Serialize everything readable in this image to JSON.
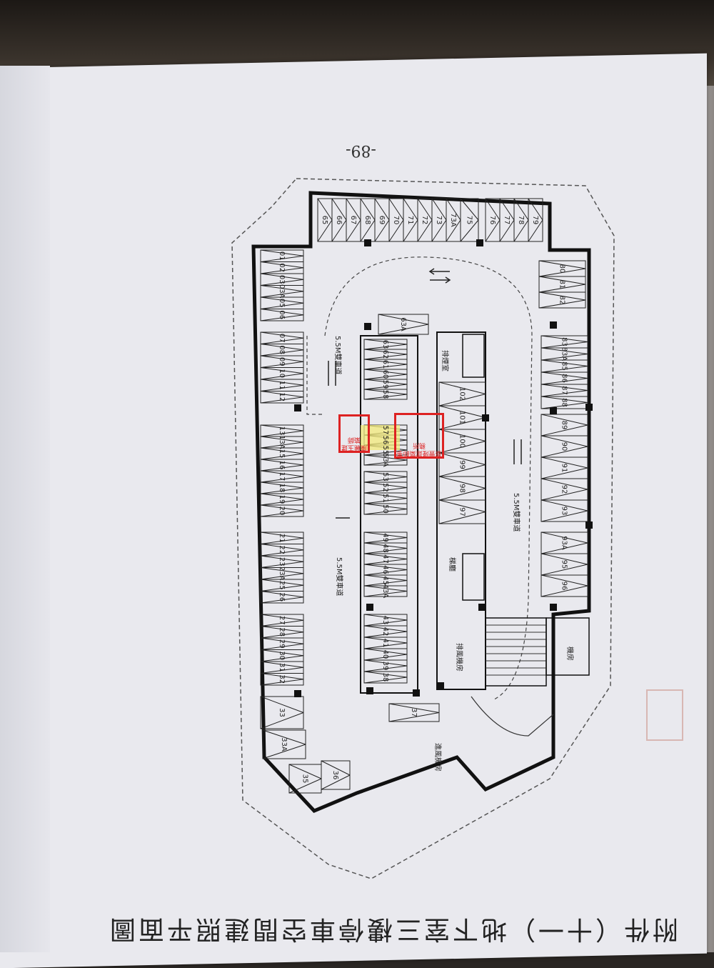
{
  "page": {
    "page_number": "-89-",
    "caption": "附件（十一）地下室三樓停車空間建照平面圖"
  },
  "plan": {
    "north_spaces": [
      "65",
      "66",
      "67",
      "68",
      "69",
      "70",
      "71",
      "72",
      "73",
      "73A",
      "75",
      "76",
      "77",
      "78",
      "79"
    ],
    "west_col_1": [
      "01",
      "02",
      "03",
      "03A",
      "05",
      "06"
    ],
    "west_col_2": [
      "07",
      "08",
      "09",
      "10",
      "11",
      "12"
    ],
    "west_col_3": [
      "13",
      "13A",
      "15",
      "16",
      "17",
      "18",
      "19",
      "20"
    ],
    "west_col_4": [
      "21",
      "22",
      "23",
      "23A",
      "25",
      "26"
    ],
    "west_col_5": [
      "27",
      "28",
      "29",
      "30",
      "31",
      "32"
    ],
    "sw_spaces": [
      "33",
      "33A",
      "35",
      "36"
    ],
    "center_left_1": [
      "63",
      "62",
      "61",
      "60",
      "59",
      "58"
    ],
    "center_left_2": [
      "57",
      "56",
      "55",
      "53A"
    ],
    "center_left_3": [
      "53",
      "52",
      "51",
      "50"
    ],
    "center_left_4": [
      "49",
      "48",
      "47",
      "46",
      "45",
      "43A"
    ],
    "center_left_5": [
      "43",
      "42",
      "41",
      "40",
      "39",
      "38"
    ],
    "center_misc": [
      "63A",
      "37"
    ],
    "center_right": [
      "102",
      "101",
      "100",
      "99",
      "98",
      "97"
    ],
    "east_top": [
      "80",
      "81",
      "82"
    ],
    "east_col_1": [
      "83",
      "83A",
      "85",
      "86",
      "87",
      "88"
    ],
    "east_col_2": [
      "89",
      "90",
      "91",
      "92",
      "93"
    ],
    "east_col_3": [
      "93A",
      "95",
      "96"
    ],
    "aisle_note": "5.5M雙車道",
    "room_labels": [
      "排煙室",
      "梯廳",
      "排風機房",
      "進風機房",
      "機房"
    ]
  },
  "stamps": {
    "left": "陳麗玉建築師",
    "right": "蔡豐隆建築師事務所"
  },
  "colors": {
    "paper": "#e9e9ee",
    "line": "#111111",
    "stamp_red": "#dd2222",
    "highlight": "#f2ea7a"
  }
}
